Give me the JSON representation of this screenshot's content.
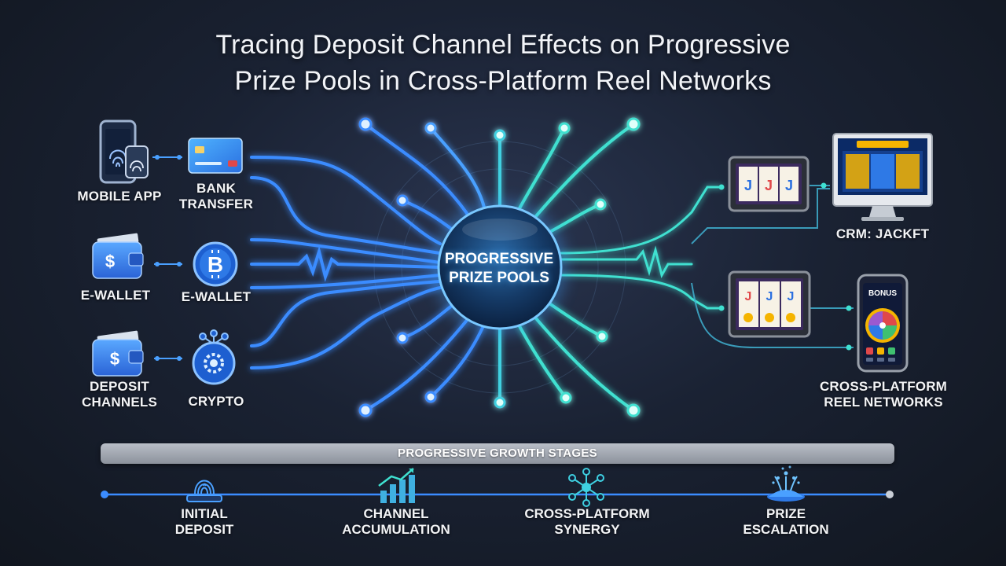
{
  "title": {
    "line1": "Tracing Deposit Channel Effects on Progressive",
    "line2": "Prize Pools in Cross-Platform Reel Networks"
  },
  "hub": {
    "line1": "PROGRESSIVE",
    "line2": "PRIZE POOLS"
  },
  "left_labels": {
    "mobile_app": "MOBILE APP",
    "bank_transfer_1": "BANK",
    "bank_transfer_2": "TRANSFER",
    "ewallet_a": "E-WALLET",
    "ewallet_b": "E-WALLET",
    "deposit_channels_1": "DEPOSIT",
    "deposit_channels_2": "CHANNELS",
    "crypto": "CRYPTO"
  },
  "right_labels": {
    "crm_jackpot": "CRM: JACKFT",
    "networks_1": "CROSS-PLATFORM",
    "networks_2": "REEL NETWORKS",
    "phone_bonus": "BONUS"
  },
  "stages": {
    "bar_label": "PROGRESSIVE GROWTH STAGES",
    "items": [
      {
        "line1": "INITIAL",
        "line2": "DEPOSIT",
        "icon": "fingerprint-icon"
      },
      {
        "line1": "CHANNEL",
        "line2": "ACCUMULATION",
        "icon": "bar-chart-icon"
      },
      {
        "line1": "CROSS-PLATFORM",
        "line2": "SYNERGY",
        "icon": "network-icon"
      },
      {
        "line1": "PRIZE",
        "line2": "ESCALATION",
        "icon": "fountain-icon"
      }
    ]
  },
  "colors": {
    "blue_glow": "#3b8cff",
    "cyan_glow": "#3fe0d0",
    "accent_gold": "#f5b400",
    "stage_bar": "#9aa0a9"
  }
}
